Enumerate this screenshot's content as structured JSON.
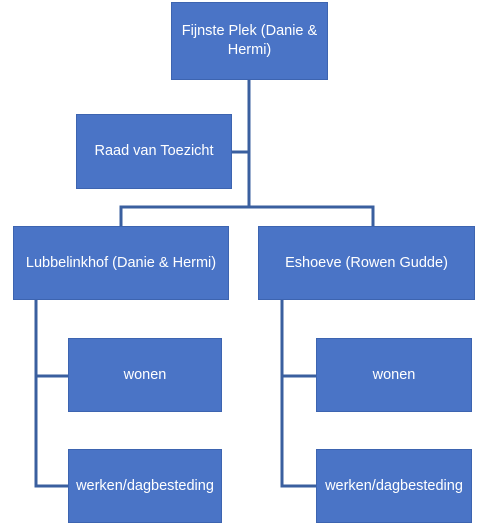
{
  "org_chart": {
    "root": {
      "label": "Fijnste Plek (Danie & Hermi)"
    },
    "assistant": {
      "label": "Raad van Toezicht"
    },
    "branches": [
      {
        "label": "Lubbelinkhof (Danie & Hermi)",
        "children": [
          {
            "label": "wonen"
          },
          {
            "label": "werken/dagbesteding"
          }
        ]
      },
      {
        "label": "Eshoeve (Rowen Gudde)",
        "children": [
          {
            "label": "wonen"
          },
          {
            "label": "werken/dagbesteding"
          }
        ]
      }
    ]
  },
  "colors": {
    "box_fill": "#4a74c6",
    "box_border": "#3d64b0",
    "connector": "#3a5f9f",
    "text": "#ffffff",
    "background": "#ffffff"
  }
}
